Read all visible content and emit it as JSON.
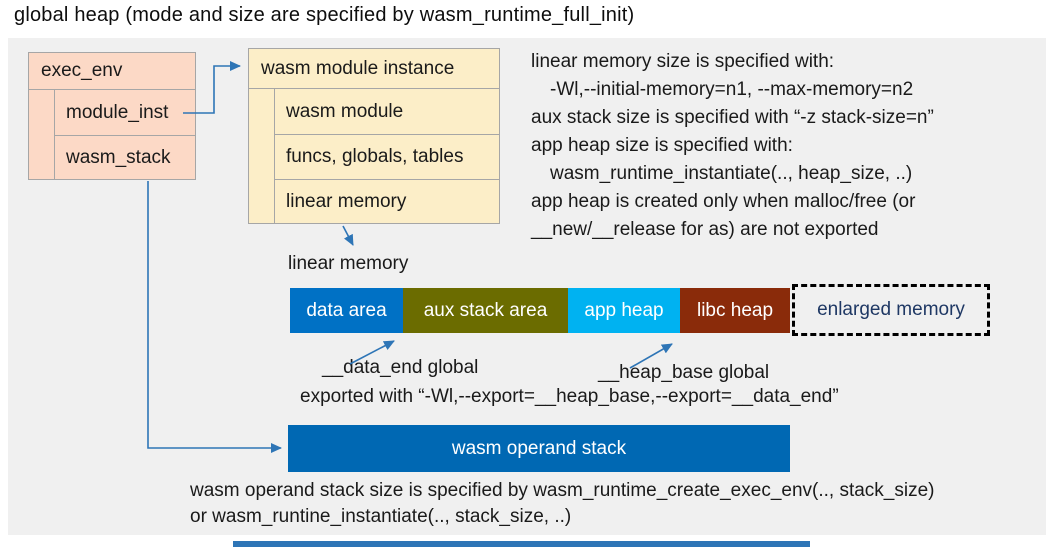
{
  "title": "global heap (mode and size are specified by wasm_runtime_full_init)",
  "exec_env": {
    "header": "exec_env",
    "rows": [
      "module_inst",
      "wasm_stack"
    ]
  },
  "module_instance": {
    "header": "wasm module instance",
    "rows": [
      "wasm module",
      "funcs, globals, tables",
      "linear memory"
    ]
  },
  "notes": {
    "lines": [
      "linear memory size is specified with:",
      "-Wl,--initial-memory=n1, --max-memory=n2",
      "aux stack size is specified with “-z stack-size=n”",
      "app heap size is specified with:",
      "wasm_runtime_instantiate(.., heap_size, ..)",
      "app heap is created only when malloc/free (or",
      "__new/__release for as) are not exported"
    ]
  },
  "linear_memory": {
    "label": "linear memory",
    "segments": [
      {
        "label": "data area",
        "color": "#0071C5"
      },
      {
        "label": "aux stack area",
        "color": "#6B6C00"
      },
      {
        "label": "app heap",
        "color": "#00B2F1"
      },
      {
        "label": "libc heap",
        "color": "#8A2B0A"
      },
      {
        "label": "enlarged memory",
        "color": "transparent",
        "text_color": "#1F3864",
        "border": "dashed"
      }
    ]
  },
  "annotations": {
    "data_end": "__data_end global",
    "heap_base": "__heap_base global",
    "exported": "exported with “-Wl,--export=__heap_base,--export=__data_end”"
  },
  "operand_stack": {
    "label": "wasm operand stack",
    "color": "#0068B3",
    "note_lines": [
      "wasm operand stack size is specified by wasm_runtime_create_exec_env(.., stack_size)",
      "or wasm_runtine_instantiate(.., stack_size, ..)"
    ]
  },
  "colors": {
    "panel_bg": "#F0F0F0",
    "exec_env_fill": "#FCD9C6",
    "module_instance_fill": "#FCEEC8",
    "box_border": "#A6A6A6",
    "arrow": "#2E75B6",
    "bottom_strip": "#2E75B6"
  }
}
